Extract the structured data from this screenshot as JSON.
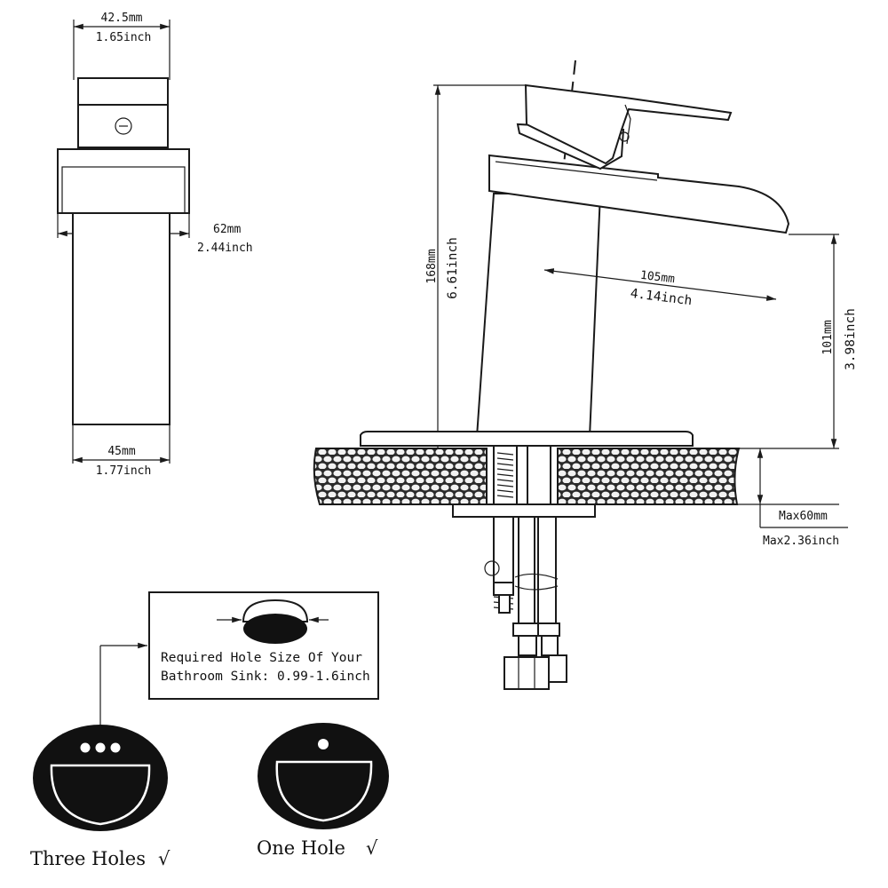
{
  "dimensions": {
    "top_width_mm": "42.5mm",
    "top_width_inch": "1.65inch",
    "spout_depth_mm": "62mm",
    "spout_depth_inch": "2.44inch",
    "base_width_mm": "45mm",
    "base_width_inch": "1.77inch",
    "height_mm": "168mm",
    "height_inch": "6.61inch",
    "reach_mm": "105mm",
    "reach_inch": "4.14inch",
    "spout_height_mm": "101mm",
    "spout_height_inch": "3.98inch",
    "max_thickness_mm": "Max60mm",
    "max_thickness_inch": "Max2.36inch"
  },
  "hole_note": {
    "line1": "Required Hole Size Of Your",
    "line2": "Bathroom Sink: 0.99-1.6inch"
  },
  "sinks": {
    "three_holes_label": "Three Holes",
    "one_hole_label": "One Hole",
    "check_mark": "√"
  }
}
